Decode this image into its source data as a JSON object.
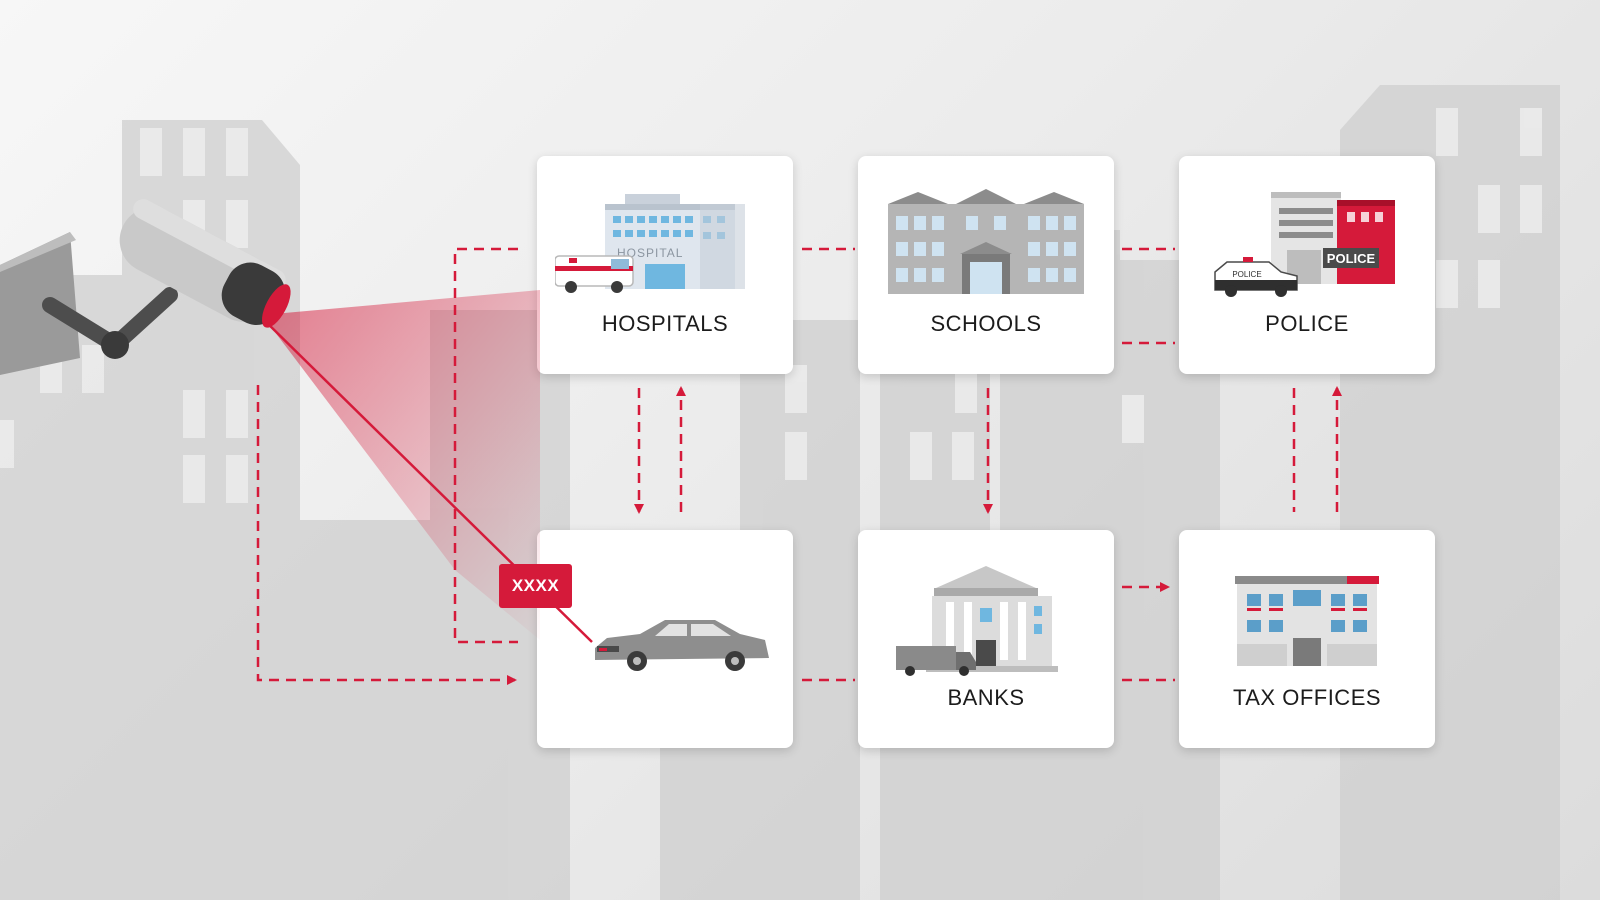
{
  "colors": {
    "accent": "#d51a3a",
    "card": "#ffffff",
    "text": "#1c1c1c",
    "building": "#c9c9c9"
  },
  "nodes": {
    "hospitals": {
      "label": "HOSPITALS",
      "icon": "hospital-building-icon",
      "sign": "HOSPITAL"
    },
    "schools": {
      "label": "SCHOOLS",
      "icon": "school-building-icon"
    },
    "police": {
      "label": "POLICE",
      "icon": "police-station-icon",
      "sign": "POLICE",
      "car_text": "POLICE"
    },
    "vehicle": {
      "label": "",
      "icon": "car-icon"
    },
    "banks": {
      "label": "BANKS",
      "icon": "bank-building-icon"
    },
    "tax_offices": {
      "label": "TAX OFFICES",
      "icon": "tax-office-building-icon"
    }
  },
  "license_plate": {
    "text": "XXXX"
  },
  "camera": {
    "icon": "surveillance-camera-icon"
  }
}
